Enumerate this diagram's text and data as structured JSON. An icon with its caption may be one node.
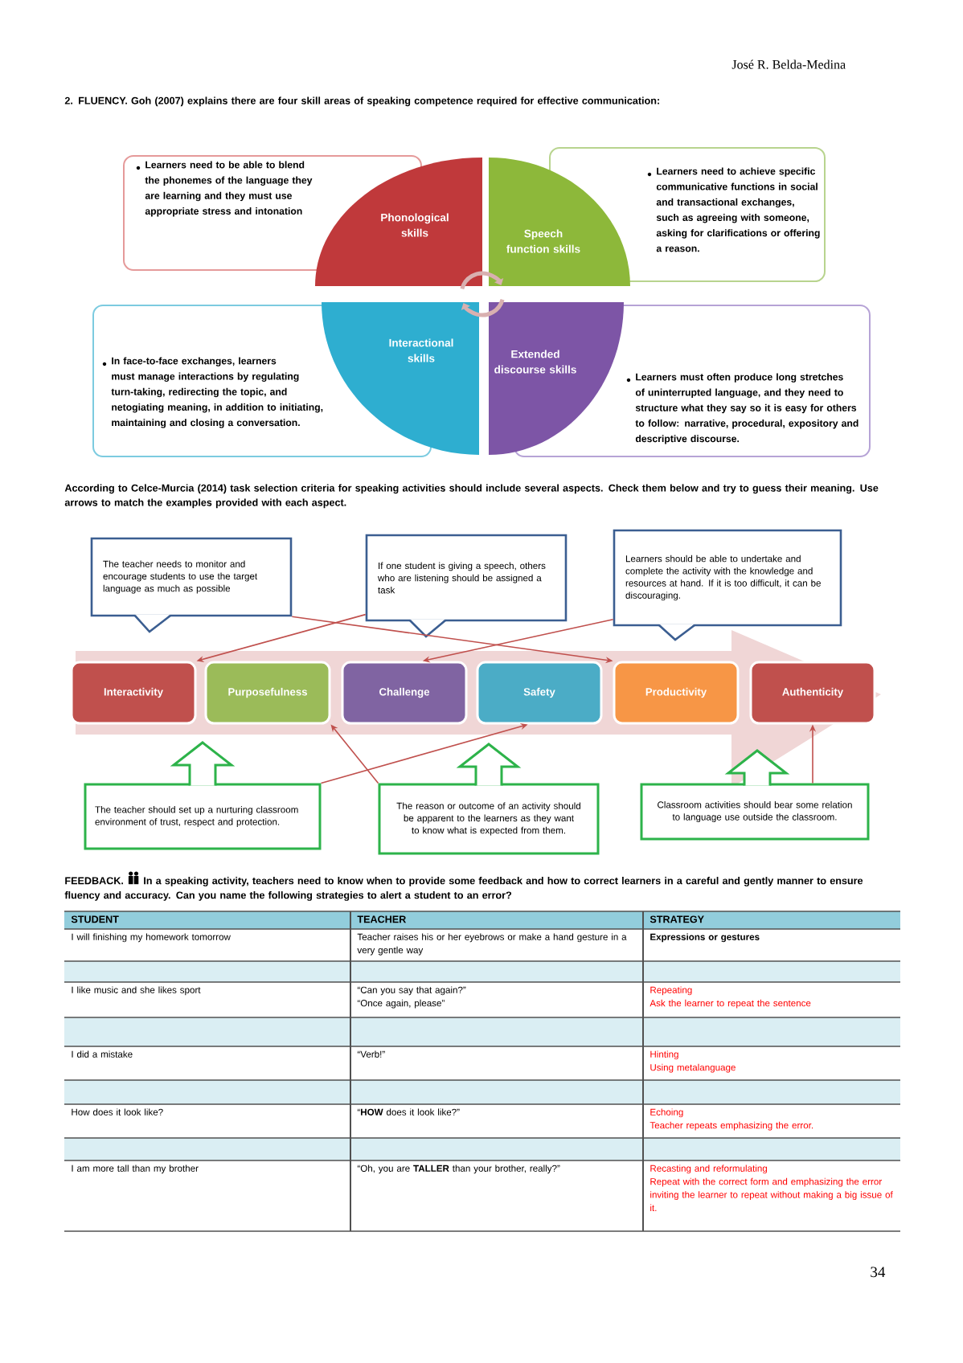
{
  "diagram": {
    "nodes": [
      {
        "text": [
          "Learners need to be able to blend the phonemes of the language they are learning and they must use appropriate stress and intonation"
        ]
      },
      {
        "text": [
          "Phonological skills"
        ]
      },
      {
        "text": [
          "Speech function skills"
        ]
      },
      {
        "text": [
          "Learners need to achieve specific communicative functions in social and transactional exchanges, such as agreeing with someone, asking for clarifications or offering a reason."
        ]
      },
      {
        "text": [
          "In face-to-face exchanges, learners must manage interactions by regulating turn-taking, redirecting the topic, and netogiating meaning, in addition to initiating, maintaining and closing a conversation."
        ]
      },
      {
        "text": [
          "Interactional skills"
        ]
      },
      {
        "text": [
          "Extended discourse skills"
        ]
      },
      {
        "text": [
          "Learners must often produce long stretches of uninterrupted language, and they need to structure what they say so it is easy for others to follow: narrative, procedural, expository and descriptive discourse."
        ]
      },
      {
        "text": [
          "The teacher needs to monitor and encourage students to use the target language as much as possible"
        ]
      },
      {
        "text": [
          "If one student is giving a speech, others who are listening should be assigned a task"
        ]
      },
      {
        "text": [
          "Learners should be able to undertake and complete the activity with the knowledge and resources at hand. If it is too difficult, it can be discouraging."
        ]
      },
      {
        "text": [],
        "shape": "arrow"
      },
      {
        "text": [
          "Interactivity"
        ],
        "in": 11
      },
      {
        "text": [
          "Purposefulness"
        ],
        "in": 11
      },
      {
        "text": [
          "Challenge"
        ],
        "in": 11
      },
      {
        "text": [
          "Safety"
        ],
        "in": 11
      },
      {
        "text": [
          "Productivity"
        ],
        "in": 11
      },
      {
        "text": [
          "Authenticity"
        ],
        "in": 11
      },
      {
        "text": [
          "The teacher should set up a nurturing classroom environment of trust, respect and protection."
        ]
      },
      {
        "text": [
          "The reason or outcome of an activity should be apparent to the learners as they want to know what is expected from them."
        ]
      },
      {
        "text": [
          "Classroom activities should bear some relation to language use outside the classroom."
        ]
      }
    ],
    "edges": [
      {
        "from": 8,
        "to": 16,
        "arrow": "to"
      },
      {
        "from": 9,
        "to": 12,
        "arrow": "to"
      },
      {
        "from": 10,
        "to": 14,
        "arrow": "to"
      },
      {
        "from": 18,
        "to": 15,
        "arrow": "to"
      },
      {
        "from": 19,
        "to": 13,
        "arrow": "to"
      },
      {
        "from": 20,
        "to": 17,
        "arrow": "to"
      }
    ],
    "labels": [
      "José R. Belda-Medina",
      "2. FLUENCY. Goh (2007) explains there are four skill areas of speaking competence required for effective communication:",
      "According to Celce-Murcia (2014) task selection criteria for speaking activities should include several aspects. Check them below and try to guess their meaning. Use arrows to match the examples provided with each aspect.",
      "FEEDBACK.",
      "In a speaking activity, teachers need to know when to provide some feedback and how to correct learners in a careful and gently manner to ensure fluency and accuracy. Can you name the following strategies to alert a student to an error?",
      "STUDENT",
      "TEACHER",
      "STRATEGY",
      "I will finishing my homework tomorrow",
      "Teacher raises his or her eyebrows or make a hand gesture in a very gentle way",
      "Expressions or gestures",
      "I like music and she likes sport",
      "“Can you say that again?”",
      "“Once again, please”",
      "Repeating",
      "Ask the learner to repeat the sentence",
      "I did a mistake",
      "“Verb!”",
      "Hinting",
      "Using metalanguage",
      "How does it look like?",
      "“**HOW** does it look like?”",
      "Echoing",
      "Teacher repeats emphasizing the error.",
      "I am more tall than my brother",
      "“Oh, you are **TALLER** than your brother, really?”",
      "Recasting and reformulating",
      "Repeat with the correct form and emphasizing the error inviting the learner to repeat without making a big issue of it.",
      "34"
    ]
  }
}
